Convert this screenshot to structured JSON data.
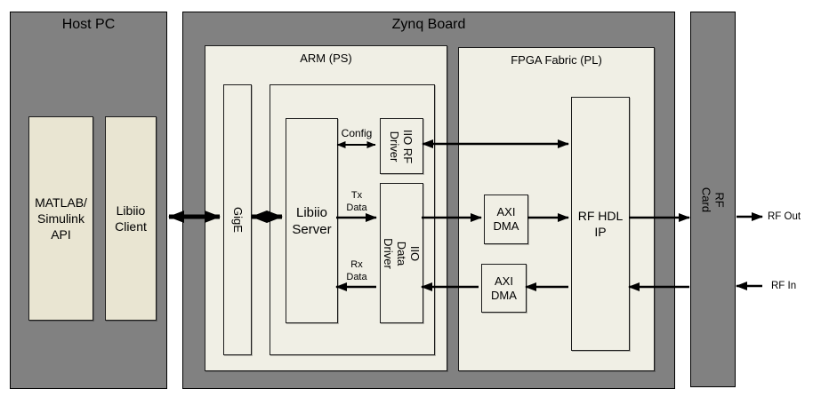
{
  "colors": {
    "panel_gray": "#818181",
    "inner_fill_cream": "#f0efe5",
    "host_block_tan": "#e9e5d2",
    "border_black": "#000000",
    "arrow_black": "#000000"
  },
  "blocks": {
    "host_pc_title": "Host PC",
    "matlab_api": "MATLAB/\nSimulink\nAPI",
    "libiio_client": "Libiio\nClient",
    "zynq_board_title": "Zynq Board",
    "arm_ps_title": "ARM (PS)",
    "gige": "GigE",
    "libiio_server": "Libiio\nServer",
    "iio_rf_driver": "IIO RF\nDriver",
    "iio_data_driver": "IIO Data Driver",
    "fpga_pl_title": "FPGA Fabric (PL)",
    "axi_dma_tx": "AXI\nDMA",
    "axi_dma_rx": "AXI\nDMA",
    "rf_hdl_ip": "RF HDL\nIP",
    "rf_card": "RF Card"
  },
  "arrow_labels": {
    "config": "Config",
    "tx_data": "Tx\nData",
    "rx_data": "Rx\nData",
    "rf_out": "RF Out",
    "rf_in": "RF In"
  }
}
